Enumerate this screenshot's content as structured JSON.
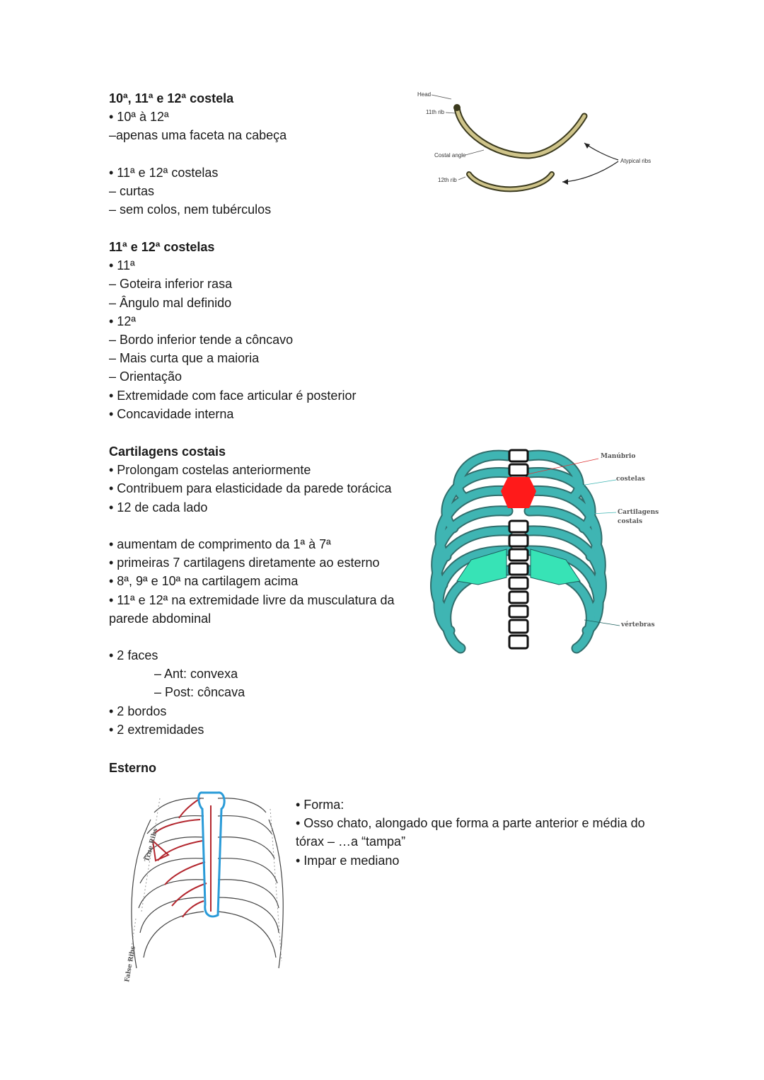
{
  "sec1": {
    "heading": "10ª, 11ª e 12ª costela",
    "lines": [
      "• 10ª à 12ª",
      "–apenas uma faceta na cabeça",
      "",
      "• 11ª e 12ª costelas",
      "– curtas",
      "– sem colos, nem tubérculos"
    ]
  },
  "fig_ribs": {
    "head": "Head",
    "rib11": "11th rib",
    "costal_angle": "Costal angle",
    "rib12": "12th rib",
    "atypical": "Atypical ribs"
  },
  "sec2": {
    "heading": "11ª e 12ª costelas",
    "lines": [
      "• 11ª",
      "– Goteira inferior rasa",
      "– Ângulo mal definido",
      "• 12ª",
      "– Bordo inferior tende a côncavo",
      "– Mais curta que a maioria",
      "– Orientação",
      "• Extremidade com face articular é posterior",
      "• Concavidade interna"
    ]
  },
  "sec3": {
    "heading": "Cartilagens costais",
    "lines": [
      "• Prolongam costelas anteriormente",
      "• Contribuem para elasticidade da parede torácica",
      "• 12 de cada lado",
      "",
      "• aumentam de comprimento da 1ª à 7ª",
      "• primeiras 7 cartilagens diretamente ao esterno",
      "• 8ª, 9ª e 10ª na cartilagem acima",
      "• 11ª e 12ª na extremidade livre da musculatura da",
      "parede abdominal",
      "",
      "• 2 faces"
    ],
    "sub_lines": [
      "– Ant: convexa",
      "– Post: côncava"
    ],
    "tail_lines": [
      "• 2 bordos",
      "• 2 extremidades"
    ]
  },
  "fig_thorax": {
    "manubrio": "Manúbrio",
    "costelas": "costelas",
    "cartilagens_1": "Cartilagens",
    "cartilagens_2": "costais",
    "vertebras": "vértebras",
    "colors": {
      "bone": "#3fb5b3",
      "cartilage": "#37e3b6",
      "manubrium": "#ff1a1a"
    }
  },
  "sec4": {
    "heading": "Esterno",
    "lines": [
      "• Forma:",
      "• Osso chato, alongado que forma a parte anterior e média do tórax – …a “tampa”",
      "• Impar e mediano"
    ]
  },
  "fig_sternum": {
    "true_ribs": "True Ribs",
    "false_ribs": "False Ribs",
    "colors": {
      "outline": "#2a9bd8",
      "cartilage": "#b3262e"
    }
  }
}
